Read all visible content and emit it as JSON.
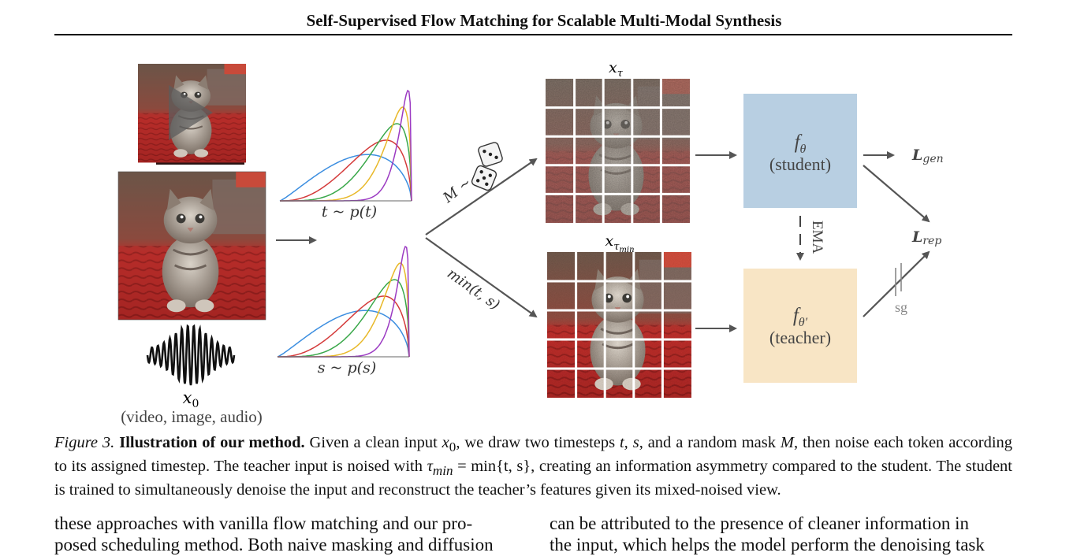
{
  "header": {
    "running_title": "Self-Supervised Flow Matching for Scalable Multi-Modal Synthesis"
  },
  "figure": {
    "input_label": "x",
    "input_subscript": "0",
    "input_desc": "(video, image, audio)",
    "dist_t_label": "t ~ p(t)",
    "dist_s_label": "s ~ p(s)",
    "mask_label": "M ~",
    "min_label": "min(t, s)",
    "student_input_label": "x",
    "student_input_sub": "τ",
    "teacher_input_label": "x",
    "teacher_input_sub": "τ",
    "teacher_input_subsub": "min",
    "student_fn": "f",
    "student_fn_sub": "θ",
    "student_name": "(student)",
    "teacher_fn": "f",
    "teacher_fn_sub": "θ′",
    "teacher_name": "(teacher)",
    "ema_label": "EMA",
    "sg_label": "sg",
    "loss_gen": "L",
    "loss_gen_sub": "gen",
    "loss_rep": "L",
    "loss_rep_sub": "rep",
    "colors": {
      "student_box": "#b8cfe2",
      "teacher_box": "#f8e5c5",
      "arrow": "#555555",
      "curves": [
        "#3c8ee0",
        "#d43a3a",
        "#3aa84a",
        "#e8b828",
        "#9b3ac2"
      ]
    }
  },
  "caption": {
    "label": "Figure 3.",
    "title": "Illustration of our method.",
    "p1": " Given a clean input ",
    "m1": "x",
    "m1sub": "0",
    "p2": ", we draw two timesteps ",
    "m2": "t, s",
    "p3": ", and a random mask ",
    "m3": "M",
    "p4": ", then noise each token according to its assigned timestep. The teacher input is noised with ",
    "m4": "τ",
    "m4sub": "min",
    "m4rest": " = min{t, s}",
    "p5": ", creating an information asymmetry compared to the student. The student is trained to simultaneously denoise the input and reconstruct the teacher’s features given its mixed-noised view."
  },
  "body_text": {
    "left_line1": "these approaches with vanilla flow matching and our pro-",
    "left_line2": "posed scheduling method. Both naive masking and diffusion",
    "right_line1": "can be attributed to the presence of cleaner information in",
    "right_line2": "the input, which helps the model perform the denoising task"
  }
}
